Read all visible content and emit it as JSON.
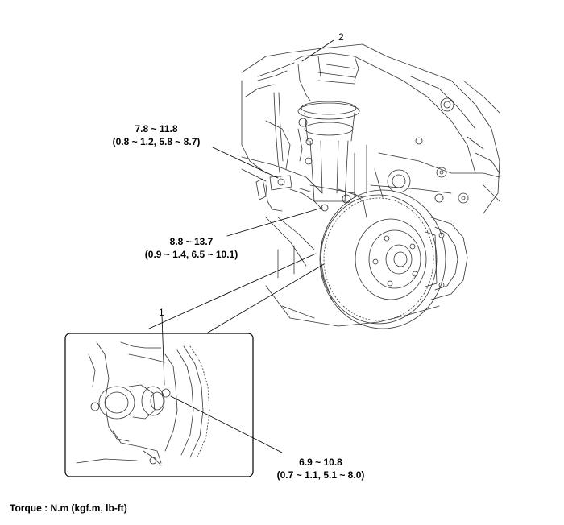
{
  "callouts": {
    "part_1": "1",
    "part_2": "2"
  },
  "torque_specs": [
    {
      "id": "a",
      "nm": "7.8 ~ 11.8",
      "kgfm_lbft": "(0.8 ~ 1.2, 5.8 ~ 8.7)"
    },
    {
      "id": "b",
      "nm": "8.8 ~ 13.7",
      "kgfm_lbft": "(0.9 ~ 1.4, 6.5 ~ 10.1)"
    },
    {
      "id": "c",
      "nm": "6.9 ~ 10.8",
      "kgfm_lbft": "(0.7 ~ 1.1, 5.1 ~ 8.0)"
    }
  ],
  "caption": "Torque : N.m (kgf.m, lb-ft)"
}
